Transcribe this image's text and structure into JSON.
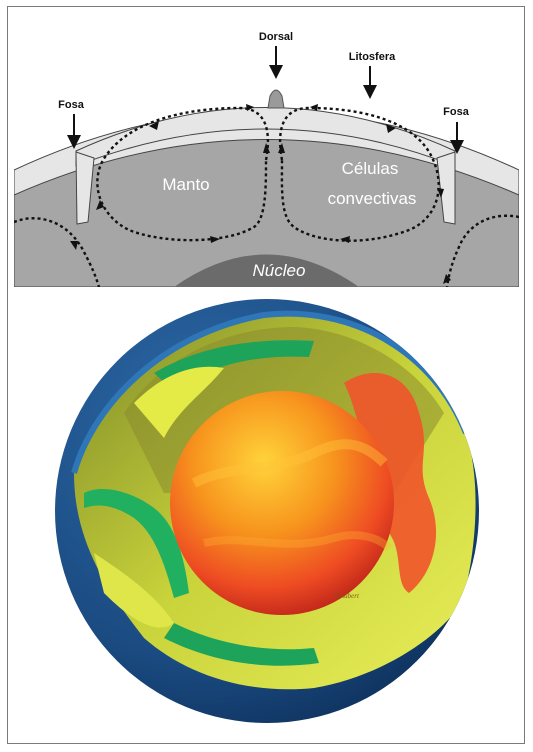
{
  "labels": {
    "dorsal": "Dorsal",
    "litosfera": "Litosfera",
    "fosa_left": "Fosa",
    "fosa_right": "Fosa",
    "manto": "Manto",
    "celulas_line1": "Células",
    "celulas_line2": "convectivas",
    "nucleo": "Núcleo"
  },
  "render_signature": "Schubert",
  "colors": {
    "lithosphere": "#e6e6e6",
    "mantle": "#a6a6a6",
    "core": "#6b6b6b",
    "shell": "#1f4e85",
    "inner_core": "#f15a24",
    "mantle_structures": "#c8d234",
    "slabs": "#1ea35a"
  }
}
